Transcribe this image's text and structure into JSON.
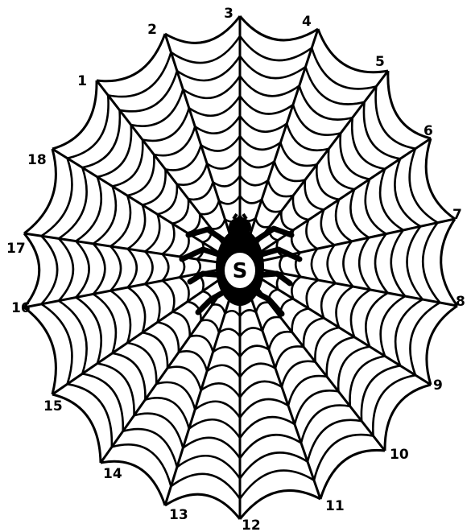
{
  "web": {
    "spoke_labels": [
      "1",
      "2",
      "3",
      "4",
      "5",
      "6",
      "7",
      "8",
      "9",
      "10",
      "11",
      "12",
      "13",
      "14",
      "15",
      "16",
      "17",
      "18"
    ],
    "rings": 11,
    "center_letter": "S"
  },
  "colors": {
    "ink": "#000000",
    "background": "#ffffff",
    "spider_eye": "#ffffff"
  }
}
